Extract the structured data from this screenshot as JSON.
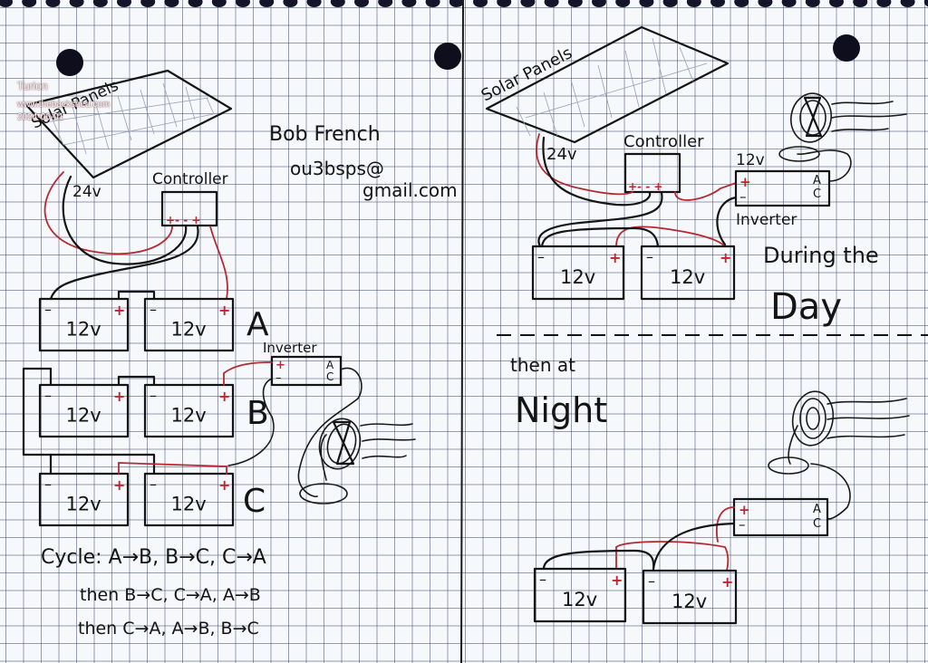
{
  "watermark": {
    "user": "Turion",
    "site": "www.thebackshed.com",
    "date": "2024-06-01"
  },
  "author": {
    "name": "Bob French",
    "email_line1": "ou3bsps@",
    "email_line2": "gmail.com"
  },
  "left_page": {
    "solar_label": "Solar Panels",
    "solar_voltage": "24v",
    "controller_label": "Controller",
    "controller_terminals": "+- - +",
    "inverter_label": "Inverter",
    "inverter_ac": [
      "A",
      "C"
    ],
    "battery_voltage": "12v",
    "bank_labels": [
      "A",
      "B",
      "C"
    ],
    "cycle_lines": [
      "Cycle: A→B, B→C, C→A",
      "then B→C, C→A, A→B",
      "then C→A, A→B, B→C"
    ]
  },
  "right_page": {
    "solar_label": "Solar Panels",
    "solar_voltage": "24v",
    "controller_label": "Controller",
    "inverter_voltage": "12v",
    "inverter_label": "Inverter",
    "inverter_ac": [
      "A",
      "C"
    ],
    "battery_voltage": "12v",
    "day_caption_1": "During the",
    "day_caption_2": "Day",
    "night_caption_1": "then at",
    "night_caption_2": "Night"
  },
  "terminal_symbols": {
    "plus": "+",
    "minus": "–"
  },
  "colors": {
    "ink": "#141414",
    "red_wire": "#b52a30",
    "grid": "#4a5070",
    "paper": "#f6f8fc"
  }
}
